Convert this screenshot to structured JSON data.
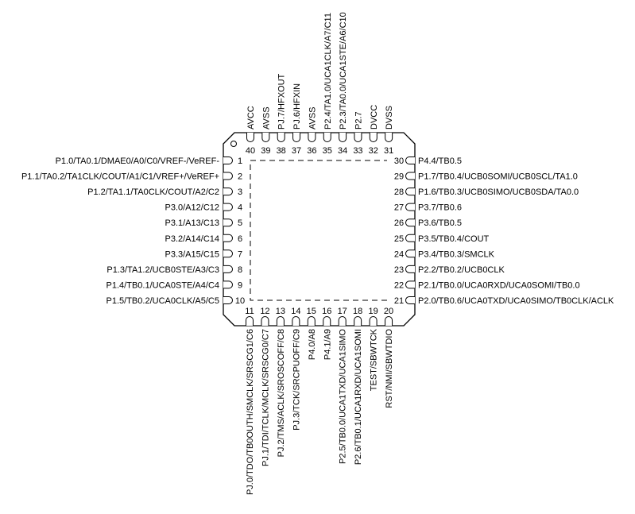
{
  "chip": {
    "left_pins": [
      {
        "num": "1",
        "label": "P1.0/TA0.1/DMAE0/A0/C0/VREF-/VeREF-"
      },
      {
        "num": "2",
        "label": "P1.1/TA0.2/TA1CLK/COUT/A1/C1/VREF+/VeREF+"
      },
      {
        "num": "3",
        "label": "P1.2/TA1.1/TA0CLK/COUT/A2/C2"
      },
      {
        "num": "4",
        "label": "P3.0/A12/C12"
      },
      {
        "num": "5",
        "label": "P3.1/A13/C13"
      },
      {
        "num": "6",
        "label": "P3.2/A14/C14"
      },
      {
        "num": "7",
        "label": "P3.3/A15/C15"
      },
      {
        "num": "8",
        "label": "P1.3/TA1.2/UCB0STE/A3/C3"
      },
      {
        "num": "9",
        "label": "P1.4/TB0.1/UCA0STE/A4/C4"
      },
      {
        "num": "10",
        "label": "P1.5/TB0.2/UCA0CLK/A5/C5"
      }
    ],
    "bottom_pins": [
      {
        "num": "11",
        "label": "PJ.0/TDO/TB0OUTH/SMCLK/SRSCG1/C6"
      },
      {
        "num": "12",
        "label": "PJ.1/TDI/TCLK/MCLK/SRSCG0/C7"
      },
      {
        "num": "13",
        "label": "PJ.2/TMS/ACLK/SROSCOFF/C8"
      },
      {
        "num": "14",
        "label": "PJ.3/TCK/SRCPUOFF/C9"
      },
      {
        "num": "15",
        "label": "P4.0/A8"
      },
      {
        "num": "16",
        "label": "P4.1/A9"
      },
      {
        "num": "17",
        "label": "P2.5/TB0.0/UCA1TXD/UCA1SIMO"
      },
      {
        "num": "18",
        "label": "P2.6/TB0.1/UCA1RXD/UCA1SOMI"
      },
      {
        "num": "19",
        "label": "TEST/SBWTCK"
      },
      {
        "num": "20",
        "label": "RST/NMI/SBWTDIO"
      }
    ],
    "right_pins": [
      {
        "num": "30",
        "label": "P4.4/TB0.5"
      },
      {
        "num": "29",
        "label": "P1.7/TB0.4/UCB0SOMI/UCB0SCL/TA1.0"
      },
      {
        "num": "28",
        "label": "P1.6/TB0.3/UCB0SIMO/UCB0SDA/TA0.0"
      },
      {
        "num": "27",
        "label": "P3.7/TB0.6"
      },
      {
        "num": "26",
        "label": "P3.6/TB0.5"
      },
      {
        "num": "25",
        "label": "P3.5/TB0.4/COUT"
      },
      {
        "num": "24",
        "label": "P3.4/TB0.3/SMCLK"
      },
      {
        "num": "23",
        "label": "P2.2/TB0.2/UCB0CLK"
      },
      {
        "num": "22",
        "label": "P2.1/TB0.0/UCA0RXD/UCA0SOMI/TB0.0"
      },
      {
        "num": "21",
        "label": "P2.0/TB0.6/UCA0TXD/UCA0SIMO/TB0CLK/ACLK"
      }
    ],
    "top_pins": [
      {
        "num": "40",
        "label": "AVCC"
      },
      {
        "num": "39",
        "label": "AVSS"
      },
      {
        "num": "38",
        "label": "PJ.7/HFXOUT"
      },
      {
        "num": "37",
        "label": "PJ.6/HFXIN"
      },
      {
        "num": "36",
        "label": "AVSS"
      },
      {
        "num": "35",
        "label": "P2.4/TA1.0/UCA1CLK/A7/C11"
      },
      {
        "num": "34",
        "label": "P2.3/TA0.0/UCA1STE/A6/C10"
      },
      {
        "num": "33",
        "label": "P2.7"
      },
      {
        "num": "32",
        "label": "DVCC"
      },
      {
        "num": "31",
        "label": "DVSS"
      }
    ]
  }
}
